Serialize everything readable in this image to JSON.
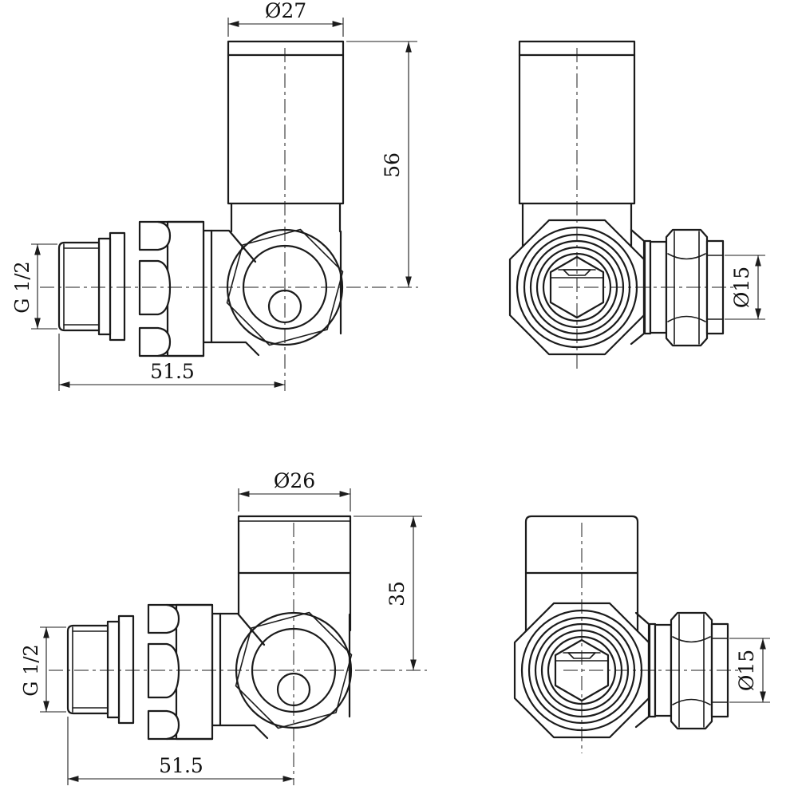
{
  "sheet": {
    "description": "Technical drawing - corner radiator valve, four orthographic views",
    "background": "#ffffff",
    "line_color": "#1b1b1b"
  },
  "views": {
    "top_left": {
      "name": "side view, tall head valve",
      "dim_top": "Ø27",
      "dim_side": "56",
      "dim_thread": "G 1/2",
      "dim_bottom": "51.5"
    },
    "top_right": {
      "name": "front view, tall head valve",
      "dim_pipe": "Ø15"
    },
    "bottom_left": {
      "name": "side view, short head valve",
      "dim_top": "Ø26",
      "dim_side": "35",
      "dim_thread": "G 1/2",
      "dim_bottom": "51.5"
    },
    "bottom_right": {
      "name": "front view, short head valve",
      "dim_pipe": "Ø15"
    }
  }
}
